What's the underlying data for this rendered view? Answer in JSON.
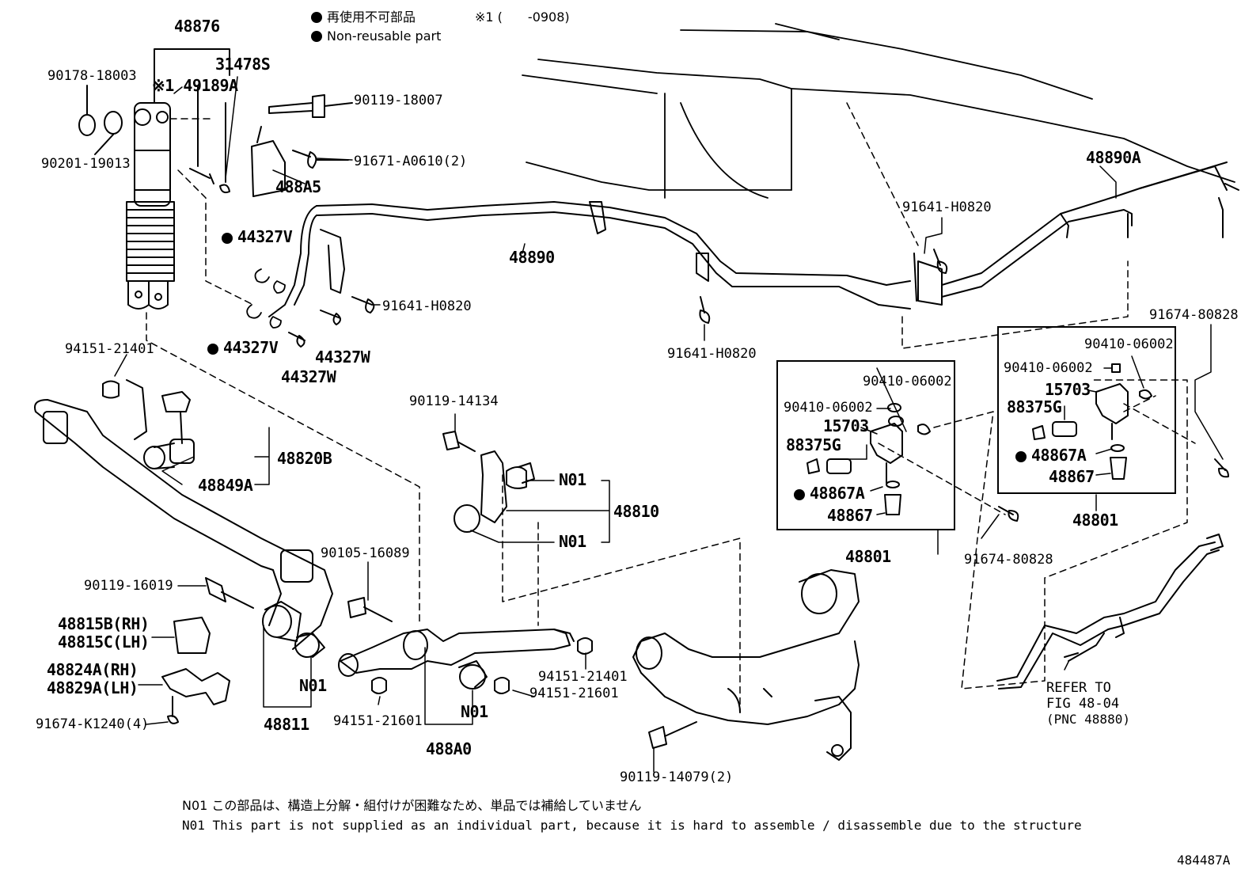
{
  "legend": {
    "nonreusable_jp": "再使用不可部品",
    "nonreusable_en": "Non-reusable part",
    "footnote_mark": "※1 (　　-0908)"
  },
  "labels": {
    "p48876": "48876",
    "p90178_18003": "90178-18003",
    "p49189A": "※1 49189A",
    "p31478S": "31478S",
    "p90119_18007": "90119-18007",
    "p90201_19013": "90201-19013",
    "p91671_A0610": "91671-A0610(2)",
    "p488A5": "488A5",
    "p44327V_a": "44327V",
    "p91641_H0820_a": "91641-H0820",
    "p44327V_b": "44327V",
    "p44327W_a": "44327W",
    "p44327W_b": "44327W",
    "p48890": "48890",
    "p91641_H0820_b": "91641-H0820",
    "p91641_H0820_c": "91641-H0820",
    "p48890A": "48890A",
    "p91674_80828_a": "91674-80828",
    "p94151_21401_a": "94151-21401",
    "p48820B": "48820B",
    "p48849A": "48849A",
    "p90119_14134": "90119-14134",
    "p N01_a": "N01",
    "p48810": "48810",
    "pN01_b": "N01",
    "p90105_16089": "90105-16089",
    "p90119_16019": "90119-16019",
    "p48815B": "48815B(RH)",
    "p48815C": "48815C(LH)",
    "p48824A": "48824A(RH)",
    "p48829A": "48829A(LH)",
    "p91674_K1240": "91674-K1240(4)",
    "pN01_c": "N01",
    "p48811": "48811",
    "p94151_21601_a": "94151-21601",
    "pN01_d": "N01",
    "p488A0": "488A0",
    "p94151_21401_b": "94151-21401",
    "p94151_21601_b": "94151-21601",
    "p90119_14079": "90119-14079(2)",
    "box1_90410_a": "90410-06002",
    "box1_90410_b": "90410-06002",
    "box1_15703": "15703",
    "box1_88375G": "88375G",
    "box1_48867A": "48867A",
    "box1_48867": "48867",
    "p48801_a": "48801",
    "p91674_80828_b": "91674-80828",
    "box2_90410_a": "90410-06002",
    "box2_90410_b": "90410-06002",
    "box2_15703": "15703",
    "box2_88375G": "88375G",
    "box2_48867A": "48867A",
    "box2_48867": "48867",
    "p48801_b": "48801",
    "refer1": "REFER TO",
    "refer2": "FIG 48-04",
    "refer3": "(PNC 48880)"
  },
  "notes": {
    "n01_jp": "N01 この部品は、構造上分解・組付けが困難なため、単品では補給していません",
    "n01_en": "N01 This part is not supplied as an individual part, because it is hard to assemble / disassemble due to the structure"
  },
  "figure_id": "484487A"
}
